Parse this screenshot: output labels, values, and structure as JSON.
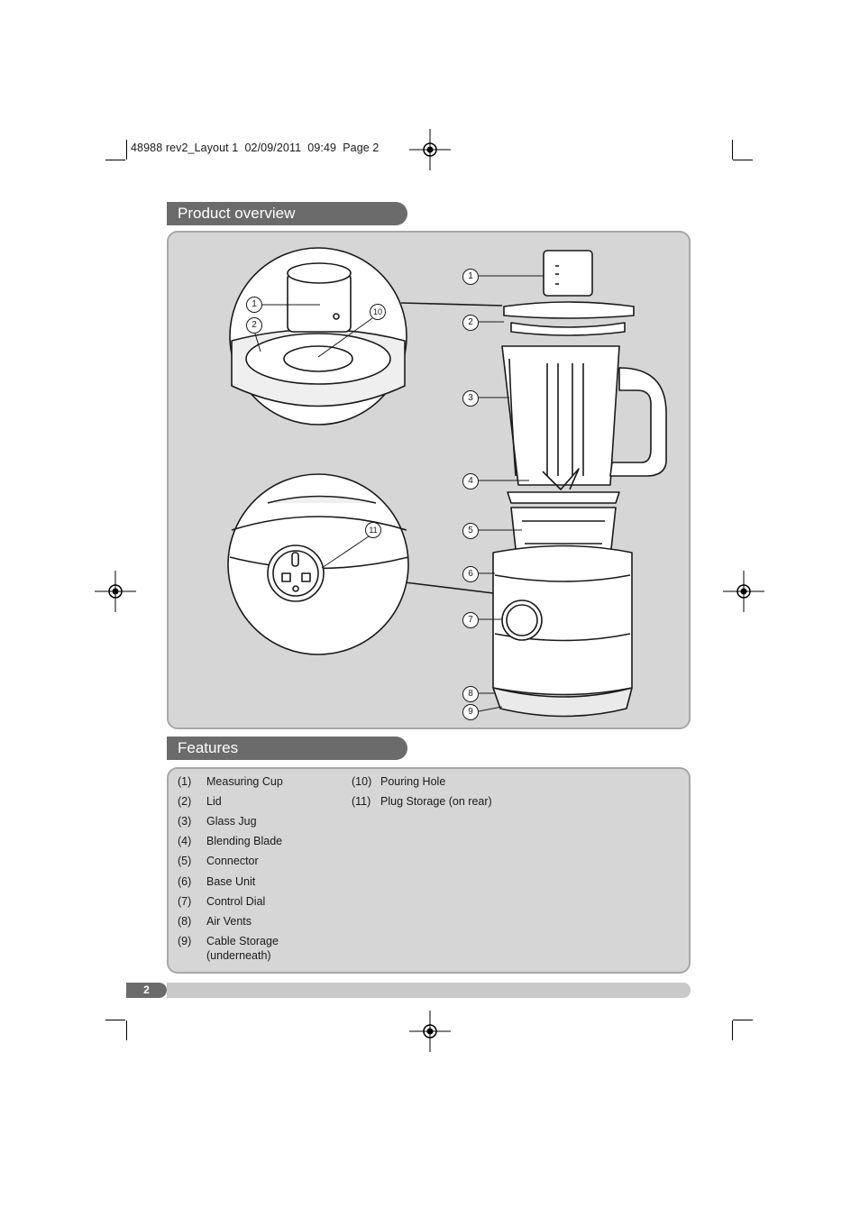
{
  "slug": "48988 rev2_Layout 1  02/09/2011  09:49  Page 2",
  "overview_title": "Product overview",
  "features_title": "Features",
  "callouts": [
    "1",
    "2",
    "3",
    "4",
    "5",
    "6",
    "7",
    "8",
    "9",
    "10",
    "11"
  ],
  "features_col1": [
    {
      "num": "(1)",
      "label": "Measuring Cup"
    },
    {
      "num": "(2)",
      "label": "Lid"
    },
    {
      "num": "(3)",
      "label": "Glass Jug"
    },
    {
      "num": "(4)",
      "label": "Blending Blade"
    },
    {
      "num": "(5)",
      "label": "Connector"
    },
    {
      "num": "(6)",
      "label": "Base Unit"
    },
    {
      "num": "(7)",
      "label": "Control Dial"
    },
    {
      "num": "(8)",
      "label": "Air Vents"
    },
    {
      "num": "(9)",
      "label": "Cable Storage (underneath)"
    }
  ],
  "features_col2": [
    {
      "num": "(10)",
      "label": "Pouring Hole"
    },
    {
      "num": "(11)",
      "label": "Plug Storage (on rear)"
    }
  ],
  "page_number": "2",
  "colors": {
    "tab": "#6b6b6b",
    "panel": "#d6d6d6",
    "footer": "#c9c9c9"
  }
}
